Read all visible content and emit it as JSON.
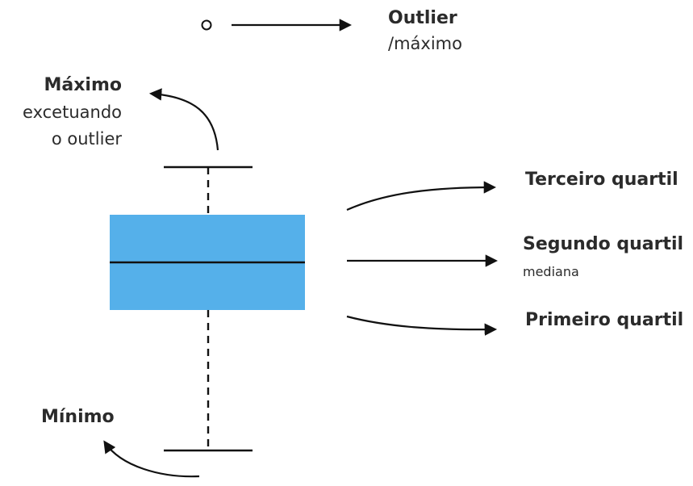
{
  "colors": {
    "box_fill": "#55b0ea",
    "line": "#111111",
    "text": "#2b2b2b"
  },
  "labels": {
    "outlier_title": "Outlier",
    "outlier_sub": "/máximo",
    "max_title": "Máximo",
    "max_sub_1": "excetuando",
    "max_sub_2": "o outlier",
    "q3": "Terceiro quartil",
    "q2": "Segundo quartil",
    "q2_sub": "mediana",
    "q1": "Primeiro quartil",
    "min_title": "Mínimo"
  }
}
